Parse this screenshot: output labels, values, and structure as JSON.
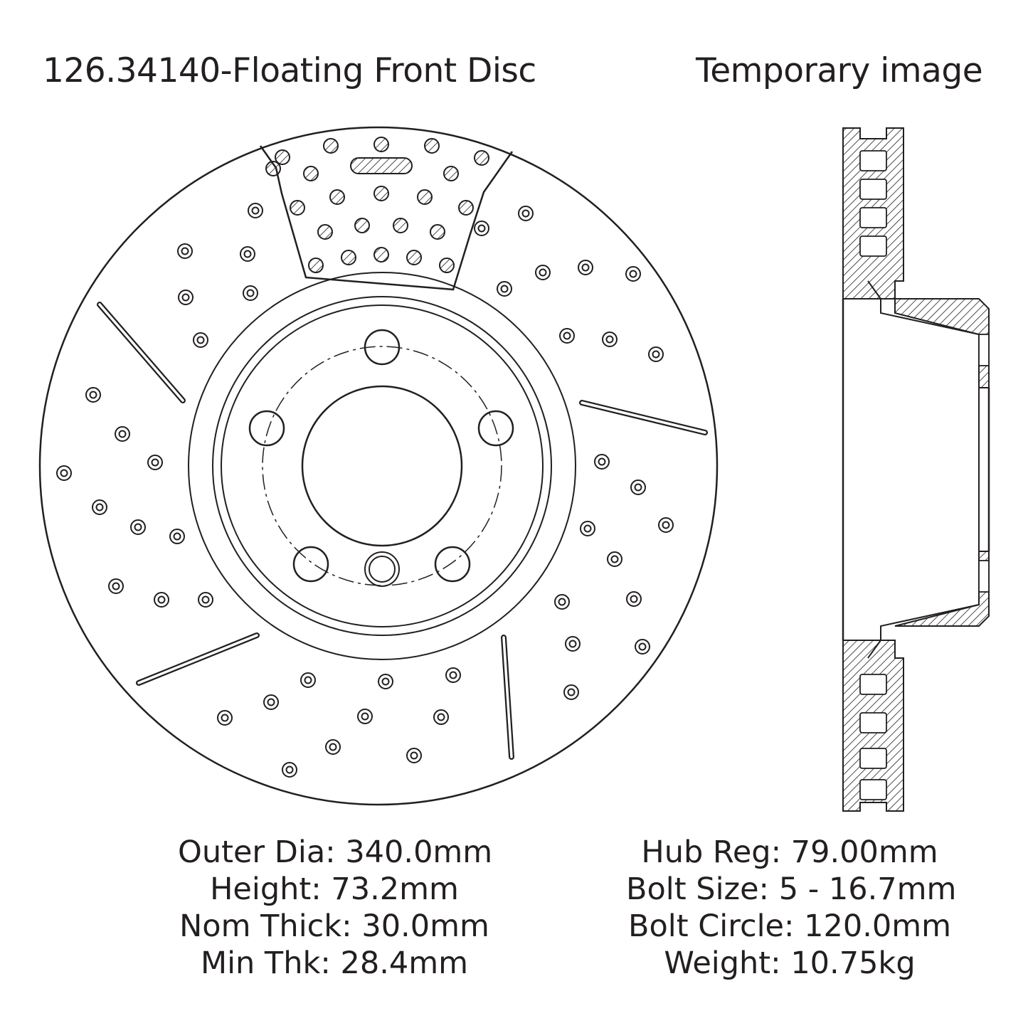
{
  "header": {
    "title": "126.34140-Floating Front Disc",
    "note": "Temporary image"
  },
  "specs_left": [
    "Outer Dia: 340.0mm",
    "Height: 73.2mm",
    "Nom Thick: 30.0mm",
    "Min Thk: 28.4mm"
  ],
  "specs_right": [
    "Hub Reg: 79.00mm",
    "Bolt Size: 5 - 16.7mm",
    "Bolt Circle: 120.0mm",
    "Weight: 10.75kg"
  ],
  "colors": {
    "line": "#231f20",
    "background": "#ffffff"
  }
}
